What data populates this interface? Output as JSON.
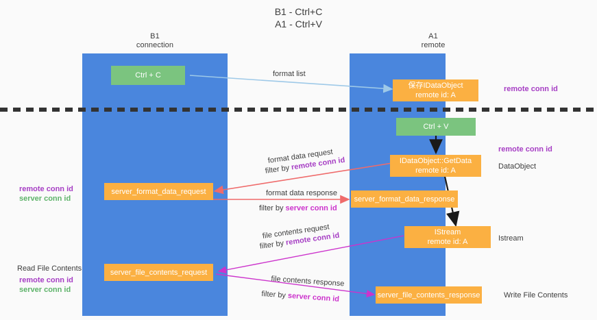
{
  "title": {
    "line1": "B1 - Ctrl+C",
    "line2": "A1 - Ctrl+V"
  },
  "lanes": [
    {
      "id": "b1",
      "title": "B1",
      "subtitle": "connection"
    },
    {
      "id": "a1",
      "title": "A1",
      "subtitle": "remote"
    }
  ],
  "nodes": {
    "ctrl_c": "Ctrl + C",
    "ctrl_v": "Ctrl + V",
    "save_idataobject_line1": "保存IDataObject",
    "save_idataobject_line2": "remote id: A",
    "getdata_line1": "IDataObject::GetData",
    "getdata_line2": "remote id: A",
    "istream_line1": "IStream",
    "istream_line2": "remote id: A",
    "server_format_data_request": "server_format_data_request",
    "server_format_data_response": "server_format_data_response",
    "server_file_contents_request": "server_file_contents_request",
    "server_file_contents_response": "server_file_contents_response"
  },
  "edge_labels": {
    "format_list": "format list",
    "format_data_request": "format data request",
    "filter_by_1_prefix": "filter by ",
    "filter_by_1_key": "remote conn id",
    "format_data_response": "format data response",
    "filter_by_2_prefix": "filter by ",
    "filter_by_2_key": "server conn id",
    "file_contents_request": "file contents request",
    "filter_by_3_prefix": "filter by ",
    "filter_by_3_key": "remote conn id",
    "file_contents_response": "file contents response",
    "filter_by_4_prefix": "filter by ",
    "filter_by_4_key": "server conn id"
  },
  "side_labels": {
    "right_remote_conn_id_top": "remote conn id",
    "right_remote_conn_id_mid": "remote conn id",
    "right_dataobject": "DataObject",
    "right_istream": "Istream",
    "right_write_file_contents": "Write File Contents",
    "left_remote_conn_id_mid": "remote conn id",
    "left_server_conn_id_mid": "server conn id",
    "left_read_file_contents": "Read File Contents",
    "left_remote_conn_id_bot": "remote conn id",
    "left_server_conn_id_bot": "server conn id"
  },
  "colors": {
    "lane": "#4a86dd",
    "green_node": "#7bc47f",
    "orange_node": "#fbb042",
    "purple_text": "#a63ec4",
    "green_text": "#5eb36a",
    "magenta_text": "#cc33cc",
    "arrow_blue": "#9ec9e8",
    "arrow_red": "#ef6b6b",
    "arrow_magenta": "#cc33cc",
    "arrow_black": "#1a1a1a",
    "background": "#fafafa"
  }
}
